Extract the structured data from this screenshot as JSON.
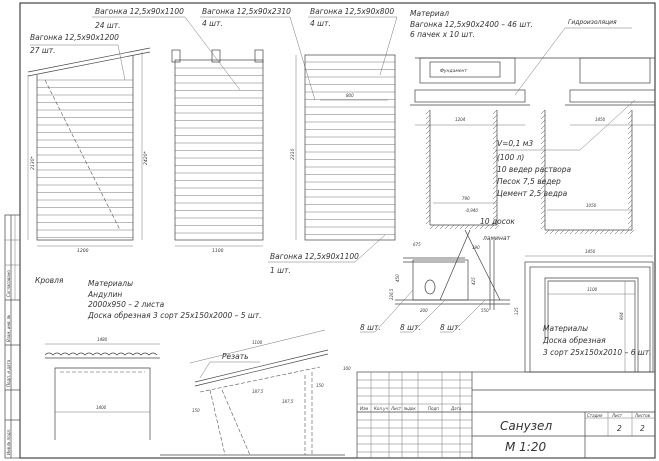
{
  "views": {
    "side": {
      "label1": "Вагонка 12,5x90x1200",
      "qty1": "27 шт.",
      "width": "1200",
      "height_left": "2130*",
      "height_right": "2420*"
    },
    "front": {
      "label1": "Вагонка 12,5x90x1100",
      "qty1": "24 шт.",
      "label2": "Вагонка 12,5x90x2310",
      "qty2": "4 шт.",
      "width": "1100"
    },
    "back": {
      "label1": "Вагонка 12,5x90x800",
      "qty1": "4 шт.",
      "inner": "800",
      "height": "2310",
      "label2": "Вагонка 12,5x90x1100",
      "qty2": "1 шт."
    }
  },
  "material": {
    "title": "Материал",
    "line1": "Вагонка 12,5x90x2400 – 46 шт.",
    "line2": "6 пачек x 10 шт."
  },
  "foundation": {
    "waterproofing": "Гидроизоляция",
    "label": "Фундамент",
    "dim_left": "1204",
    "dim_right": "1450",
    "volume": "V=0,1 м3",
    "liters": "(100 л)",
    "mix1": "10 ведер раствора",
    "mix2": "Песок 7,5 ведер",
    "mix3": "Цемент 2,5 ведра",
    "dim_790": "790",
    "level": "-0,940",
    "dim_1050": "1050"
  },
  "floor": {
    "boards": "10 досок",
    "laminate": "ламинат",
    "d675": "675",
    "d190": "190",
    "d450": "450",
    "d2265": "226,5",
    "d425": "425",
    "d200": "200",
    "d550": "550",
    "d125": "125",
    "qty_a": "8 шт.",
    "qty_b": "8 шт.",
    "qty_c": "8 шт."
  },
  "door_frame": {
    "d1450": "1450",
    "d1100": "1100",
    "d904": "904",
    "mat_title": "Материалы",
    "mat1": "Доска обрезная",
    "mat2": "3 сорт 25x150x2010 – 6 шт."
  },
  "roof": {
    "title": "Кровля",
    "mat_title": "Материалы",
    "mat1": "Андулин",
    "mat2": "2000x950 – 2 листа",
    "mat3": "Доска обрезная 3 сорт 25x150x2000 – 5 шт.",
    "d1480": "1480",
    "d1400": "1400",
    "d1100": "1100",
    "cut": "Резать",
    "d100": "100",
    "d150a": "150",
    "d1875a": "187,5",
    "d1875b": "187,5",
    "d150b": "150"
  },
  "title_block": {
    "headers": [
      "Изм",
      "Кол.уч",
      "Лист",
      "№док",
      "Подп",
      "Дата"
    ],
    "stage": "Стадия",
    "sheet": "Лист",
    "sheets": "Листов",
    "sheet_no": "2",
    "sheets_total": "2",
    "name": "Санузел",
    "scale": "М 1:20"
  },
  "margin": {
    "inv_no": "Инв.№ подл.",
    "sign_date": "Подп. и дата",
    "repl_inv": "Взам. инв. №",
    "agreed": "Согласовано"
  }
}
